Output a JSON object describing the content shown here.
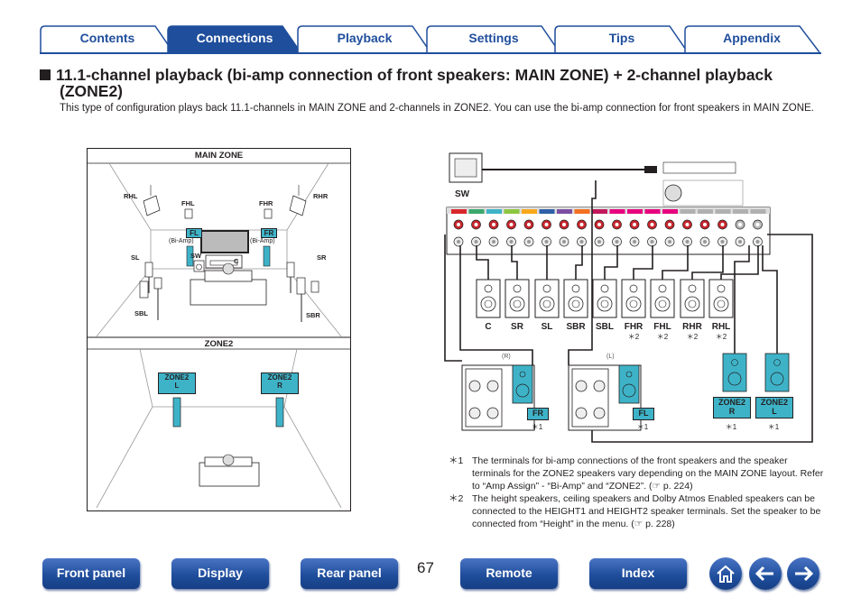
{
  "tabs": [
    {
      "label": "Contents",
      "active": false
    },
    {
      "label": "Connections",
      "active": true
    },
    {
      "label": "Playback",
      "active": false
    },
    {
      "label": "Settings",
      "active": false
    },
    {
      "label": "Tips",
      "active": false
    },
    {
      "label": "Appendix",
      "active": false
    }
  ],
  "heading": {
    "line1": "11.1-channel playback (bi-amp connection of front speakers: MAIN ZONE) + 2-channel playback",
    "line2": "(ZONE2)"
  },
  "intro": "This type of configuration plays back 11.1-channels in MAIN ZONE and 2-channels in ZONE2. You can use the bi-amp connection for front speakers in MAIN ZONE.",
  "left_diagram": {
    "main_zone_title": "MAIN ZONE",
    "zone2_title": "ZONE2",
    "labels": {
      "rhl": "RHL",
      "fhl": "FHL",
      "fhr": "FHR",
      "rhr": "RHR",
      "fl": "FL",
      "fr": "FR",
      "bi_amp_l": "(Bi-Amp)",
      "bi_amp_r": "(Bi-Amp)",
      "sl": "SL",
      "sw": "SW",
      "c": "C",
      "sr": "SR",
      "sbl": "SBL",
      "sbr": "SBR",
      "zone2_l_1": "ZONE2",
      "zone2_l_2": "L",
      "zone2_r_1": "ZONE2",
      "zone2_r_2": "R"
    }
  },
  "right_diagram": {
    "sw_label": "SW",
    "speakers": [
      "C",
      "SR",
      "SL",
      "SBR",
      "SBL",
      "FHR",
      "FHL",
      "RHR",
      "RHL"
    ],
    "speaker_marks": [
      "",
      "",
      "",
      "",
      "",
      "＊2",
      "＊2",
      "＊2",
      "＊2"
    ],
    "r_label": "(R)",
    "l_label": "(L)",
    "fr_label": "FR",
    "fl_label": "FL",
    "mark1": "＊1",
    "zone2r_1": "ZONE2",
    "zone2r_2": "R",
    "zone2l_1": "ZONE2",
    "zone2l_2": "L"
  },
  "notes": [
    {
      "mark": "＊1",
      "text": "The terminals for bi-amp connections of the front speakers and the speaker terminals for the ZONE2 speakers vary depending on the MAIN ZONE layout. Refer to “Amp Assign” - “Bi-Amp” and “ZONE2”.  (☞ p. 224)"
    },
    {
      "mark": "＊2",
      "text": "The height speakers, ceiling speakers and Dolby Atmos Enabled speakers can be connected to the HEIGHT1 and HEIGHT2 speaker terminals. Set the speaker to be connected from “Height” in the menu.  (☞ p. 228)"
    }
  ],
  "page_number": "67",
  "bottom_nav": [
    "Front panel",
    "Display",
    "Rear panel",
    "Remote",
    "Index"
  ],
  "icons": [
    "home-icon",
    "arrow-left-icon",
    "arrow-right-icon"
  ],
  "colors": {
    "brand_blue": "#1f4e9c",
    "teal": "#3eb3c8",
    "terminal_red": "#c8262d"
  }
}
